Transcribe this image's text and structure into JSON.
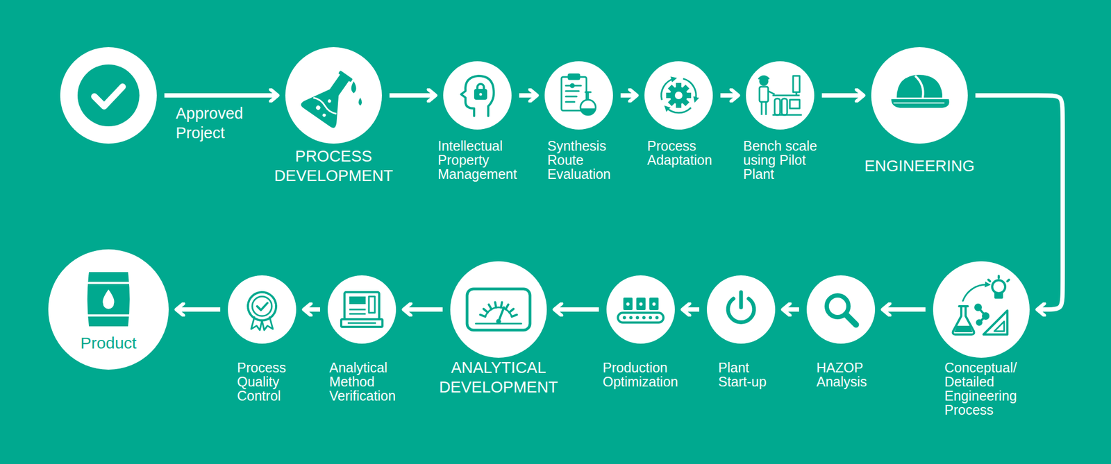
{
  "diagram": {
    "nodes": [
      {
        "text": [
          "Approved Project"
        ]
      },
      {
        "text": [
          "PROCESS DEVELOPMENT"
        ]
      },
      {
        "text": [
          "Intellectual Property Management"
        ]
      },
      {
        "text": [
          "Synthesis Route Evaluation"
        ]
      },
      {
        "text": [
          "Process Adaptation"
        ]
      },
      {
        "text": [
          "Bench scale using Pilot Plant"
        ]
      },
      {
        "text": [
          "ENGINEERING"
        ]
      },
      {
        "text": [
          "Conceptual/ Detailed Engineering Process"
        ]
      },
      {
        "text": [
          "HAZOP Analysis"
        ]
      },
      {
        "text": [
          "Plant Start-up"
        ]
      },
      {
        "text": [
          "Production Optimization"
        ]
      },
      {
        "text": [
          "ANALYTICAL DEVELOPMENT"
        ]
      },
      {
        "text": [
          "Analytical Method Verification"
        ]
      },
      {
        "text": [
          "Process Quality Control"
        ]
      },
      {
        "text": [
          "Product"
        ]
      }
    ],
    "edges": [
      {
        "from": 0,
        "to": 1,
        "arrow": "to"
      },
      {
        "from": 1,
        "to": 2,
        "arrow": "to"
      },
      {
        "from": 2,
        "to": 3,
        "arrow": "to"
      },
      {
        "from": 3,
        "to": 4,
        "arrow": "to"
      },
      {
        "from": 4,
        "to": 5,
        "arrow": "to"
      },
      {
        "from": 5,
        "to": 6,
        "arrow": "to"
      },
      {
        "from": 6,
        "to": 7,
        "arrow": "to"
      },
      {
        "from": 7,
        "to": 8,
        "arrow": "to"
      },
      {
        "from": 8,
        "to": 9,
        "arrow": "to"
      },
      {
        "from": 9,
        "to": 10,
        "arrow": "to"
      },
      {
        "from": 10,
        "to": 11,
        "arrow": "to"
      },
      {
        "from": 11,
        "to": 12,
        "arrow": "to"
      },
      {
        "from": 12,
        "to": 13,
        "arrow": "to"
      },
      {
        "from": 13,
        "to": 14,
        "arrow": "to"
      }
    ]
  }
}
